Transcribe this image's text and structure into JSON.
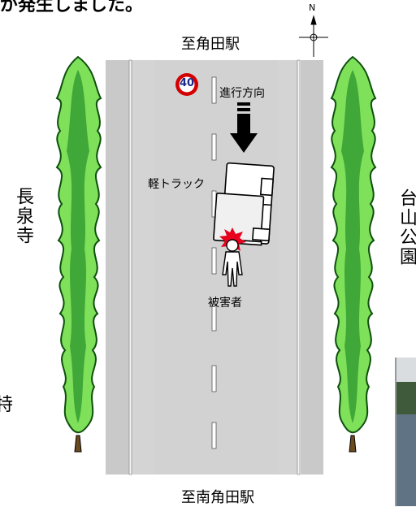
{
  "header_fragment": "が発生しました。",
  "compass": {
    "north_label": "N"
  },
  "destinations": {
    "top": "至角田駅",
    "bottom": "至南角田駅"
  },
  "side_labels": {
    "left": "長泉寺",
    "right": "台山公園",
    "left_cut": "特"
  },
  "speed_sign": {
    "value": "40",
    "ring_color": "#d40000"
  },
  "annotations": {
    "direction": "進行方向",
    "vehicle": "軽トラック",
    "victim": "被害者"
  },
  "colors": {
    "shoulder": "#c7c7c7",
    "lane": "#d2d2d2",
    "tree_dark": "#1f7a1f",
    "tree_light": "#7fe05a",
    "impact": "#e8001c"
  }
}
